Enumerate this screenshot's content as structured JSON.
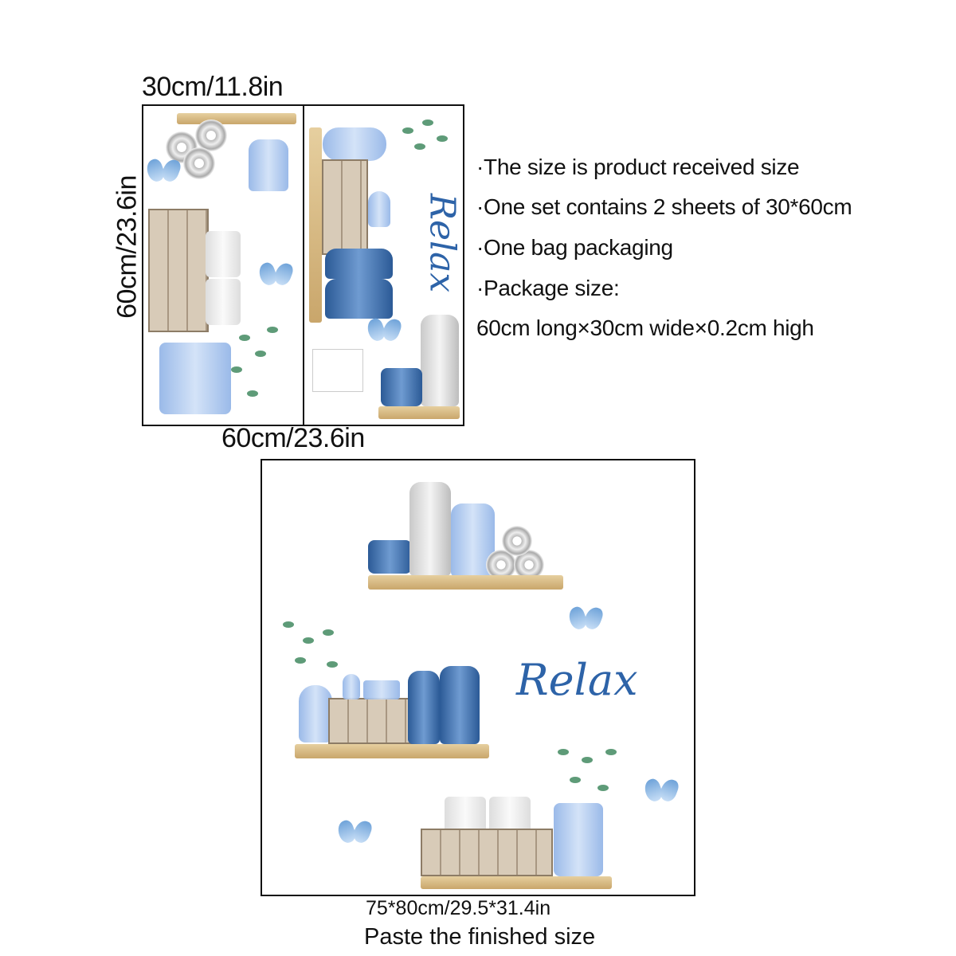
{
  "sheet_dimensions": {
    "width_label": "30cm/11.8in",
    "height_label": "60cm/23.6in",
    "combined_width_label": "60cm/23.6in"
  },
  "features": [
    "·The size is product received size",
    "·One set contains 2 sheets of 30*60cm",
    "·One bag packaging",
    "·Package size:",
    "60cm long×30cm wide×0.2cm high"
  ],
  "decal_word": "Relax",
  "finished": {
    "size_label": "75*80cm/29.5*31.4in",
    "caption": "Paste the finished size"
  },
  "colors": {
    "accent_blue": "#2d63a8",
    "wood": "#c9a66b",
    "leaf": "#5e9b78"
  }
}
